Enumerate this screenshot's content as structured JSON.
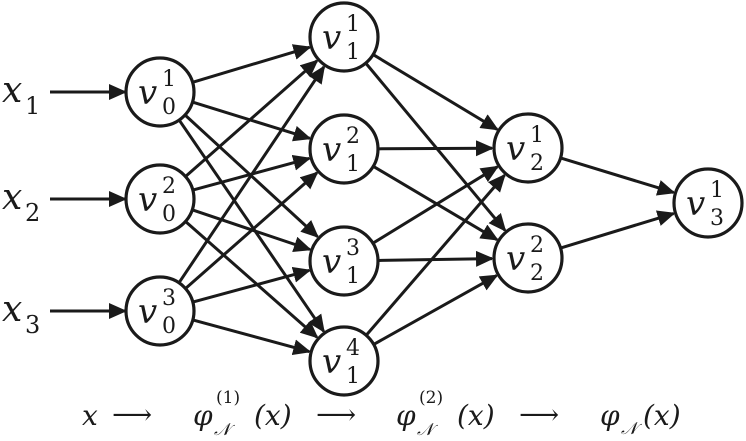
{
  "inputs": [
    {
      "base": "x",
      "sub": "1"
    },
    {
      "base": "x",
      "sub": "2"
    },
    {
      "base": "x",
      "sub": "3"
    }
  ],
  "layers": [
    [
      {
        "base": "v",
        "sub": "0",
        "sup": "1"
      },
      {
        "base": "v",
        "sub": "0",
        "sup": "2"
      },
      {
        "base": "v",
        "sub": "0",
        "sup": "3"
      }
    ],
    [
      {
        "base": "v",
        "sub": "1",
        "sup": "1"
      },
      {
        "base": "v",
        "sub": "1",
        "sup": "2"
      },
      {
        "base": "v",
        "sub": "1",
        "sup": "3"
      },
      {
        "base": "v",
        "sub": "1",
        "sup": "4"
      }
    ],
    [
      {
        "base": "v",
        "sub": "2",
        "sup": "1"
      },
      {
        "base": "v",
        "sub": "2",
        "sup": "2"
      }
    ],
    [
      {
        "base": "v",
        "sub": "3",
        "sup": "1"
      }
    ]
  ],
  "caption": {
    "input": "x",
    "phi_symbol": "φ",
    "network_symbol": "𝒩",
    "arg": "(x)",
    "step1_sup": "(1)",
    "step2_sup": "(2)",
    "arrow": "⟶"
  },
  "colors": {
    "ink": "#1a1a1a",
    "background": "#ffffff"
  }
}
